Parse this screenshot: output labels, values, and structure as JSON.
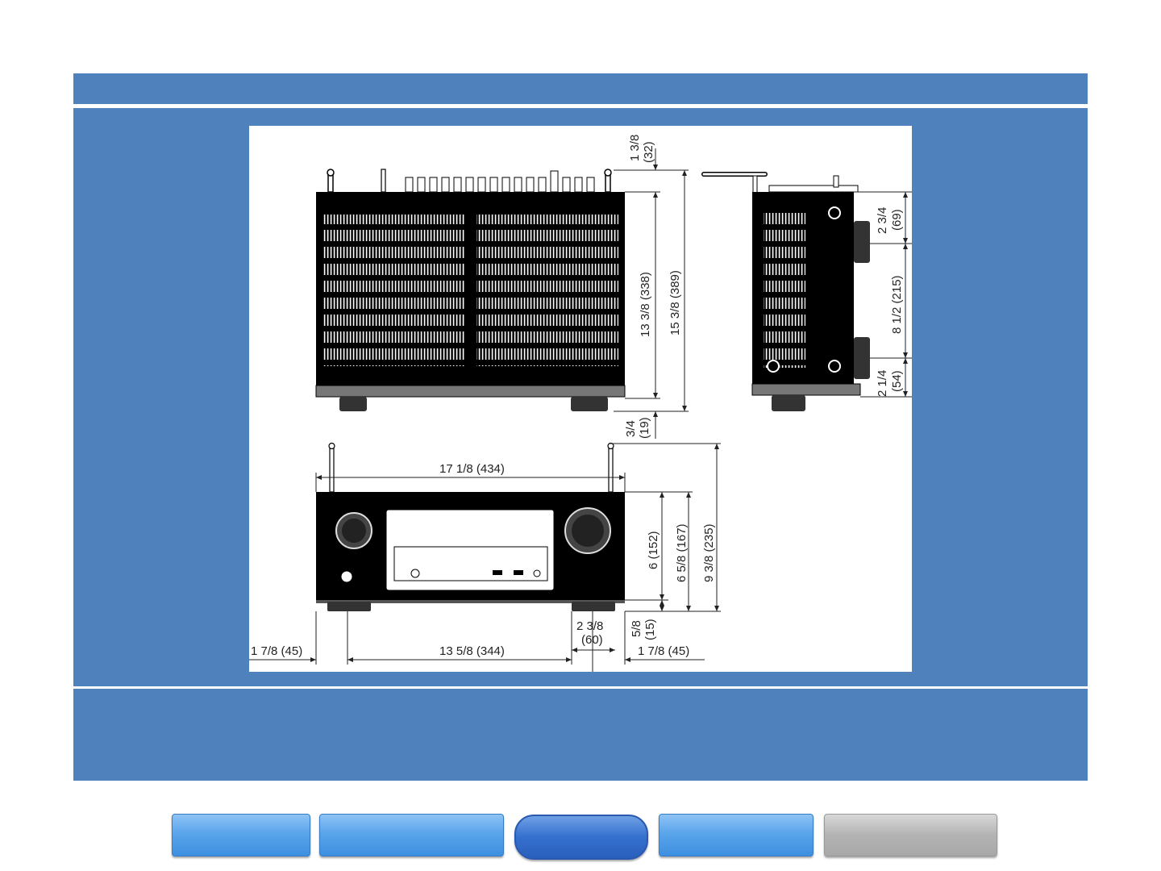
{
  "page": {
    "header_title": "",
    "footer_text": ""
  },
  "figure": {
    "dims": {
      "top_offset_in": "1 3/8",
      "top_offset_mm": "(32)",
      "depth_body": "13 3/8 (338)",
      "depth_total": "15 3/8 (389)",
      "front_offset_in": "3/4",
      "front_offset_mm": "(19)",
      "side_upper_in": "2 3/4",
      "side_upper_mm": "(69)",
      "side_mid": "8 1/2 (215)",
      "side_lower_in": "2 1/4",
      "side_lower_mm": "(54)",
      "width_total": "17 1/8 (434)",
      "height_body": "6 (152)",
      "height_with_feet": "6 5/8 (167)",
      "height_with_antenna": "9 3/8 (235)",
      "foot_height_in": "5/8",
      "foot_height_mm": "(15)",
      "foot_width_in": "2 3/8",
      "foot_width_mm": "(60)",
      "left_margin": "1 7/8 (45)",
      "foot_spacing": "13 5/8 (344)",
      "right_margin": "1 7/8 (45)"
    }
  },
  "nav": [
    {
      "label": "",
      "active": false,
      "color": "blue"
    },
    {
      "label": "",
      "active": false,
      "color": "blue"
    },
    {
      "label": "",
      "active": true,
      "color": "darkblue"
    },
    {
      "label": "",
      "active": false,
      "color": "blue"
    },
    {
      "label": "",
      "active": false,
      "color": "gray"
    }
  ],
  "colors": {
    "band": "#4f81bd",
    "nav_blue": "#5aa5eb",
    "nav_active": "#3570cf",
    "nav_gray": "#b3b3b3"
  }
}
